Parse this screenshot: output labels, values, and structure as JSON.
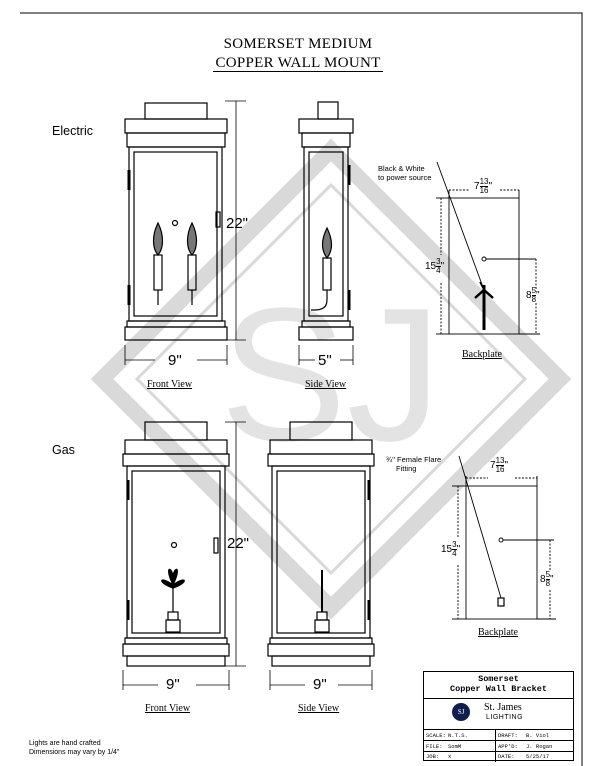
{
  "title": {
    "line1": "SOMERSET MEDIUM",
    "line2": "COPPER WALL MOUNT"
  },
  "sections": {
    "electric": "Electric",
    "gas": "Gas"
  },
  "electric": {
    "front_caption": "Front View",
    "side_caption": "Side View",
    "backplate_caption": "Backplate",
    "height_dim": "22\"",
    "front_width_dim": "9\"",
    "side_width_dim": "5\"",
    "backplate_note_line1": "Black & White",
    "backplate_note_line2": "to power source",
    "backplate_width_dim": {
      "whole": "7",
      "num": "13",
      "den": "16",
      "unit": "\""
    },
    "backplate_height_dim": {
      "whole": "15",
      "num": "3",
      "den": "4",
      "unit": "\""
    },
    "backplate_mount_dim": {
      "whole": "8",
      "num": "5",
      "den": "8",
      "unit": "\""
    }
  },
  "gas": {
    "front_caption": "Front View",
    "side_caption": "Side View",
    "backplate_caption": "Backplate",
    "height_dim": "22\"",
    "front_width_dim": "9\"",
    "side_width_dim": "9\"",
    "backplate_note_line1": "¾\" Female Flare",
    "backplate_note_line2": "Fitting",
    "backplate_width_dim": {
      "whole": "7",
      "num": "13",
      "den": "16",
      "unit": "\""
    },
    "backplate_height_dim": {
      "whole": "15",
      "num": "3",
      "den": "4",
      "unit": "\""
    },
    "backplate_mount_dim": {
      "whole": "8",
      "num": "5",
      "den": "8",
      "unit": "\""
    }
  },
  "footer": {
    "line1": "Lights are hand crafted",
    "line2": "Dimensions may vary by 1/4\""
  },
  "title_block": {
    "name_line1": "Somerset",
    "name_line2": "Copper Wall Bracket",
    "logo_text": "SJ",
    "company_line1": "St. James",
    "company_line2": "LIGHTING",
    "scale_label": "SCALE:",
    "scale_value": "N.T.S.",
    "draft_label": "DRAFT:",
    "draft_value": "B. Viol",
    "file_label": "FILE:",
    "file_value": "SomM",
    "appd_label": "APP'D:",
    "appd_value": "J. Rogan",
    "job_label": "JOB:",
    "job_value": "x",
    "date_label": "DATE:",
    "date_value": "5/25/17"
  },
  "colors": {
    "line": "#000000",
    "watermark": "#d9d9d9",
    "logo": "#0e1f4f"
  }
}
